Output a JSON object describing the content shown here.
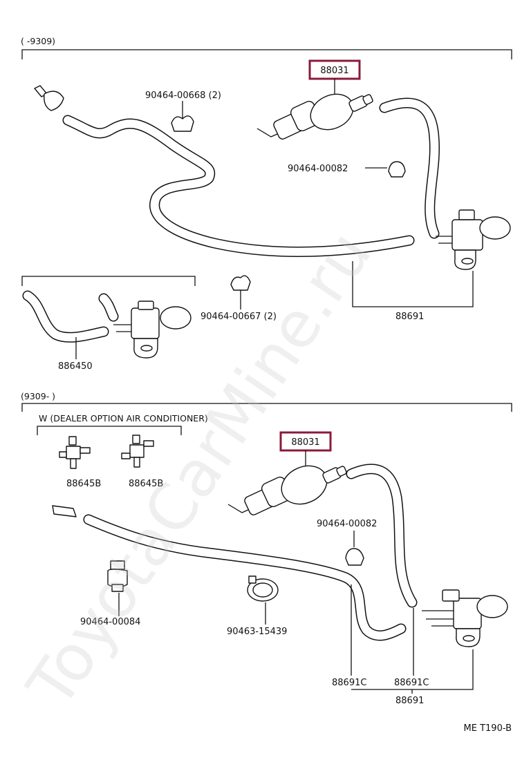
{
  "top_section": {
    "range_label": "(        -9309)",
    "main_part": "88031",
    "clip_a": "90464-00668 (2)",
    "clip_b": "90464-00082",
    "clip_c": "90464-00667 (2)",
    "sub_part": "886450",
    "hose_group": "88691"
  },
  "bottom_section": {
    "range_label": "(9309-        )",
    "option_label": "W (DEALER  OPTION  AIR  CONDITIONER)",
    "main_part": "88031",
    "connector_a": "88645B",
    "connector_b": "88645B",
    "clip_a": "90464-00082",
    "clip_b": "90464-00084",
    "clamp": "90463-15439",
    "hose_a": "88691C",
    "hose_b": "88691C",
    "hose_group": "88691"
  },
  "footer_code": "ME  T190-B",
  "watermark": "ToyotaCarMine.ru",
  "colors": {
    "highlight": "#8b1a3a",
    "line": "#111111"
  }
}
